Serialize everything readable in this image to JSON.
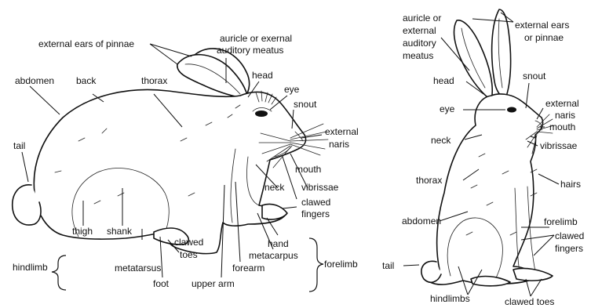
{
  "side_view": {
    "labels": {
      "external_ears": "external ears of pinnae",
      "auricle_line1": "auricle or exernal",
      "auricle_line2": "auditory meatus",
      "abdomen": "abdomen",
      "back": "back",
      "thorax": "thorax",
      "head": "head",
      "eye": "eye",
      "snout": "snout",
      "external_naris_1": "external",
      "external_naris_2": "naris",
      "tail": "tail",
      "mouth": "mouth",
      "neck": "neck",
      "vibrissae": "vibrissae",
      "clawed_fingers_1": "clawed",
      "clawed_fingers_2": "fingers",
      "thigh": "thigh",
      "shank": "shank",
      "clawed_toes_1": "clawed",
      "clawed_toes_2": "toes",
      "hand": "hand",
      "metacarpus": "metacarpus",
      "hindlimb": "hindlimb",
      "metatarsus": "metatarsus",
      "foot": "foot",
      "upper_arm": "upper arm",
      "forearm": "forearm",
      "forelimb": "forelimb"
    }
  },
  "sitting_view": {
    "labels": {
      "auricle_1": "auricle or",
      "auricle_2": "external",
      "auricle_3": "auditory",
      "auricle_4": "meatus",
      "external_ears_1": "external ears",
      "external_ears_2": "or pinnae",
      "head": "head",
      "snout": "snout",
      "eye": "eye",
      "external_naris_1": "external",
      "external_naris_2": "naris",
      "mouth": "mouth",
      "neck": "neck",
      "vibrissae": "vibrissae",
      "thorax": "thorax",
      "hairs": "hairs",
      "abdomen": "abdomen",
      "forelimb": "forelimb",
      "clawed_fingers_1": "clawed",
      "clawed_fingers_2": "fingers",
      "tail": "tail",
      "hindlimbs": "hindlimbs",
      "clawed_toes": "clawed toes"
    }
  }
}
